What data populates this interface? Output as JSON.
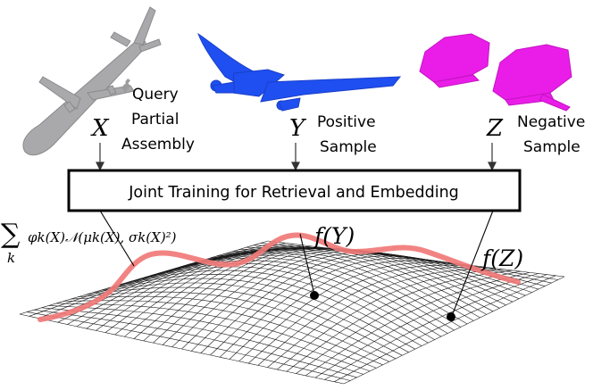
{
  "shapes": {
    "query": {
      "symbol": "X",
      "label_lines": [
        "Query",
        "Partial",
        "Assembly"
      ],
      "color": "#a9a9ab"
    },
    "positive": {
      "symbol": "Y",
      "label_lines": [
        "Positive",
        "Sample"
      ],
      "color": "#1f4ff0"
    },
    "negative": {
      "symbol": "Z",
      "label_lines": [
        "Negative",
        "Sample"
      ],
      "color": "#ea1de8"
    }
  },
  "training_box": {
    "label": "Joint Training for Retrieval and Embedding"
  },
  "embedding": {
    "mixture_formula_sum": "∑",
    "mixture_formula_index": "k",
    "mixture_formula_body": "φk(X)𝒩(μk(X), σk(X)²)",
    "fY_label": "f(Y)",
    "fZ_label": "f(Z)",
    "curve_color": "#f07a78",
    "mesh_color": "#1a1a1a"
  }
}
